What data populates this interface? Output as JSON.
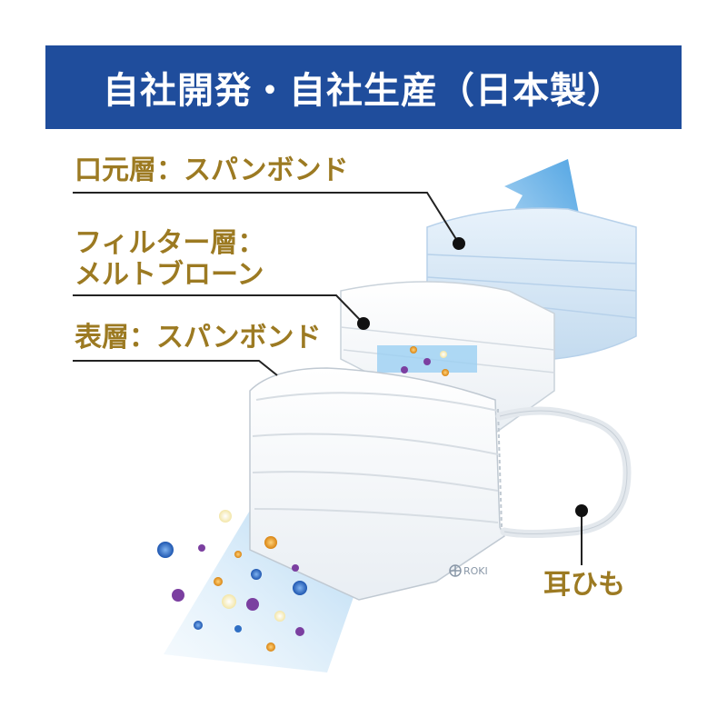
{
  "banner": {
    "title": "自社開発・自社生産（日本製）",
    "color": "#1f4d9c"
  },
  "labels": {
    "inner_layer": "口元層：スパンボンド",
    "filter_layer_line1": "フィルター層：",
    "filter_layer_line2": "メルトブローン",
    "outer_layer": "表層：スパンボンド",
    "ear_loop": "耳ひも"
  },
  "brand": {
    "logo_text": "ROKI"
  },
  "colors": {
    "label_gold": "#9c7a22",
    "mask_blue": "#cfe3f4",
    "arrow_blue": "#5aaee6",
    "particle_orange": "#e39a2a",
    "particle_purple": "#7b3fa0",
    "particle_blue": "#2f6fc4"
  }
}
